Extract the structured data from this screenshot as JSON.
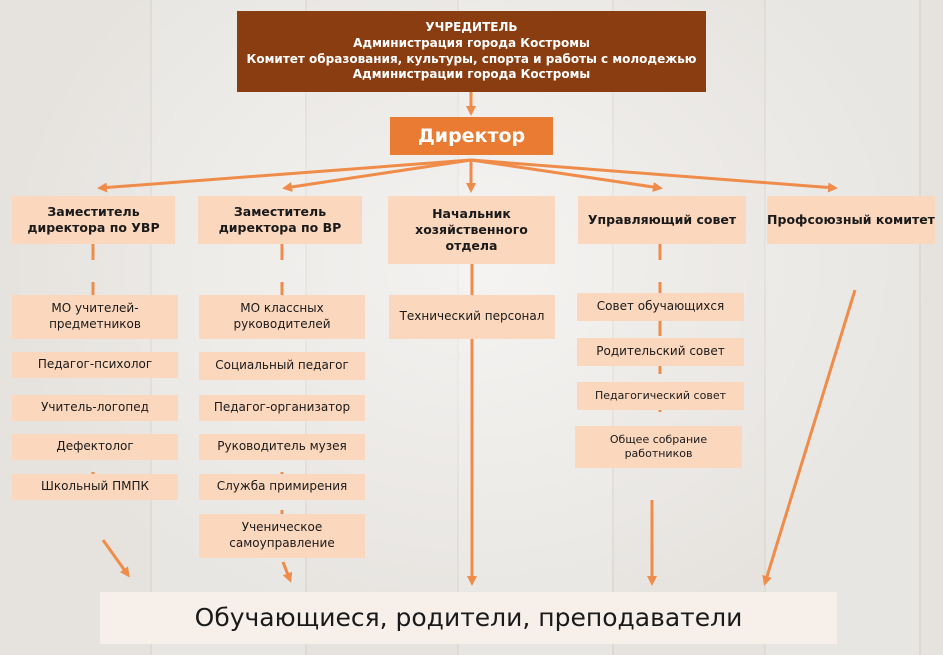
{
  "founder": {
    "line1": "УЧРЕДИТЕЛЬ",
    "line2": "Администрация города Костромы",
    "line3": "Комитет образования, культуры, спорта и работы с молодежью",
    "line4": "Администрации города Костромы"
  },
  "director": "Директор",
  "columns": [
    {
      "head": "Заместитель директора по УВР",
      "items": [
        "МО учителей-предметников",
        "Педагог-психолог",
        "Учитель-логопед",
        "Дефектолог",
        "Школьный ПМПК"
      ]
    },
    {
      "head": "Заместитель директора по ВР",
      "items": [
        "МО классных руководителей",
        "Социальный педагог",
        "Педагог-организатор",
        "Руководитель музея",
        "Служба примирения",
        "Ученическое самоуправление"
      ]
    },
    {
      "head": "Начальник хозяйственного отдела",
      "items": [
        "Технический персонал"
      ]
    },
    {
      "head": "Управляющий совет",
      "items": [
        "Совет обучающихся",
        "Родительский совет",
        "Педагогический совет",
        "Общее собрание работников"
      ]
    },
    {
      "head": "Профсоюзный комитет",
      "items": []
    }
  ],
  "bottom": "Обучающиеся, родители, преподаватели",
  "colors": {
    "founder": "#8b3d12",
    "director": "#ea7b32",
    "box": "#fbd7bd",
    "line": "#ef8c4a"
  }
}
